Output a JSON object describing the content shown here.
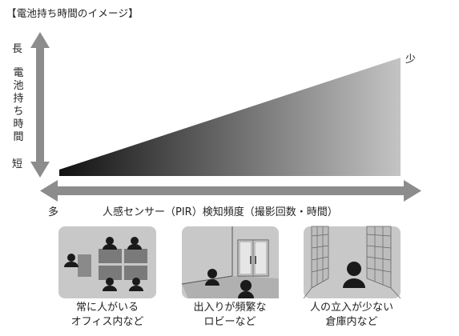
{
  "title": "【電池持ち時間のイメージ】",
  "y_axis": {
    "top_label": "長",
    "label_chars": [
      "電",
      "池",
      "持",
      "ち",
      "時",
      "間"
    ],
    "bottom_label": "短"
  },
  "x_axis": {
    "left_label": "多",
    "label": "人感センサー（PIR）検知頻度（撮影回数・時間）"
  },
  "triangle_label": "少",
  "scenes": [
    {
      "caption_line1": "常に人がいる",
      "caption_line2": "オフィス内など"
    },
    {
      "caption_line1": "出入りが頻繁な",
      "caption_line2": "ロビーなど"
    },
    {
      "caption_line1": "人の立入が少ない",
      "caption_line2": "倉庫内など"
    }
  ],
  "colors": {
    "arrow": "#8c8c8c",
    "gradient_dark": "#111111",
    "gradient_light": "#c4c4c4",
    "panel_bg": "#c8c8c8",
    "person": "#1a1a1a"
  }
}
